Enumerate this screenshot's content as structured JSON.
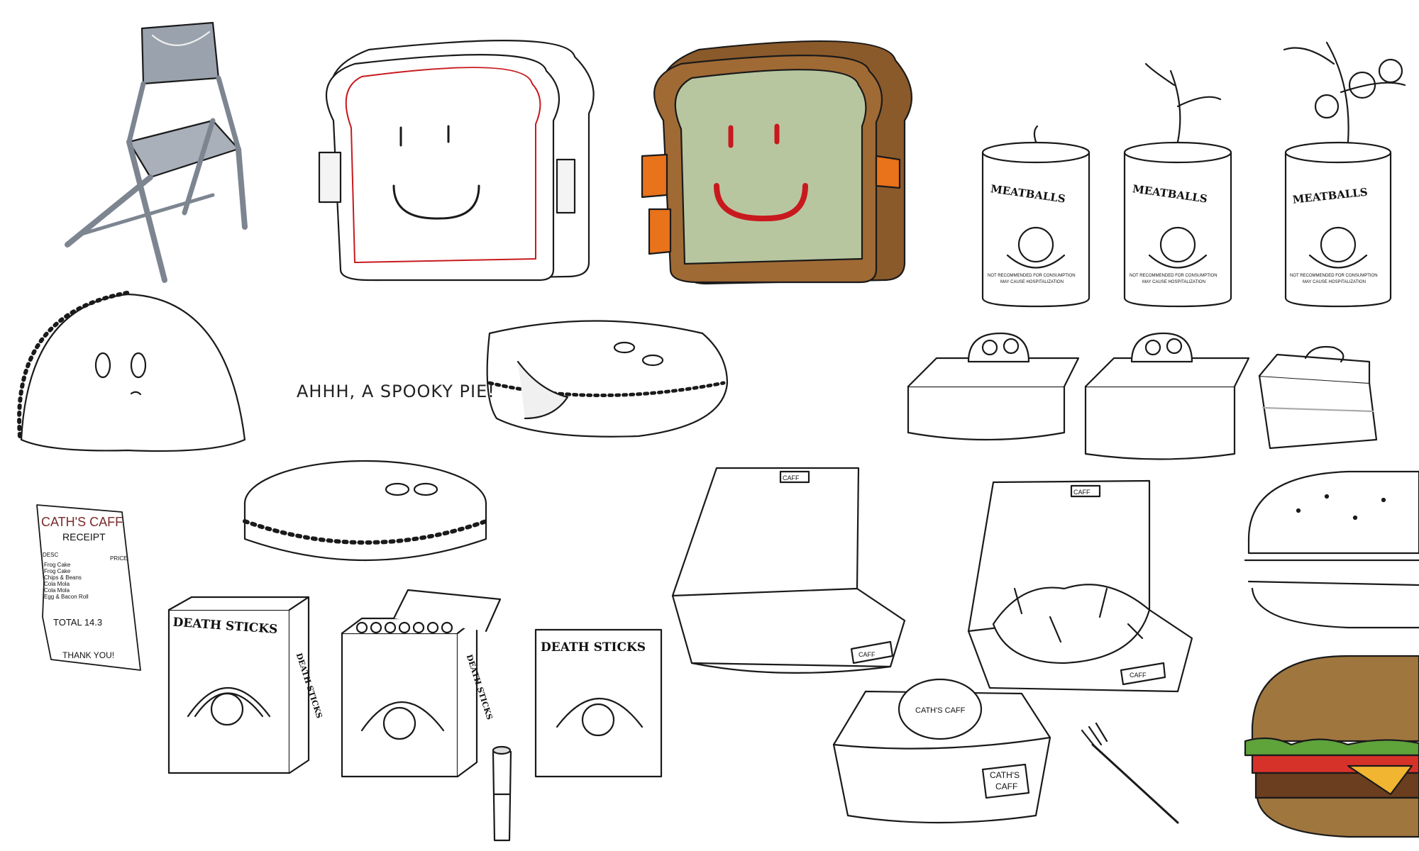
{
  "caption": "AHHH, A SPOOKY PIE!",
  "cans": {
    "title": "MEATBALLS",
    "warning_line1": "NOT RECOMMENDED FOR CONSUMPTION",
    "warning_line2": "MAY CAUSE HOSPITALIZATION"
  },
  "receipt": {
    "shop": "CATH'S CAFF",
    "heading": "RECEIPT",
    "col_desc": "DESC",
    "col_price": "PRICE",
    "items": [
      "Frog Cake",
      "Frog Cake",
      "Chips & Beans",
      "Cola Mola",
      "Cola Mola",
      "Egg & Bacon Roll"
    ],
    "total": "TOTAL 14.3",
    "thanks": "THANK YOU!"
  },
  "death_sticks": {
    "brand": "DEATH STICKS"
  },
  "boxes": {
    "lid_tag": "CAFF",
    "side_tag": "CAFF",
    "stamp_name": "CATH'S CAFF",
    "sticker_line1": "CATH'S",
    "sticker_line2": "CAFF"
  },
  "colors": {
    "ink": "#1a1a1a",
    "chair": "#9aa2ad",
    "toast_crust": "#8b5a2b",
    "toast_mold": "#b8c6a0",
    "blood": "#c8191e",
    "fish_orange": "#e8731a",
    "bun": "#a0763f",
    "lettuce": "#5fa33b",
    "tomato": "#d6322a",
    "cheese": "#f2b531"
  }
}
